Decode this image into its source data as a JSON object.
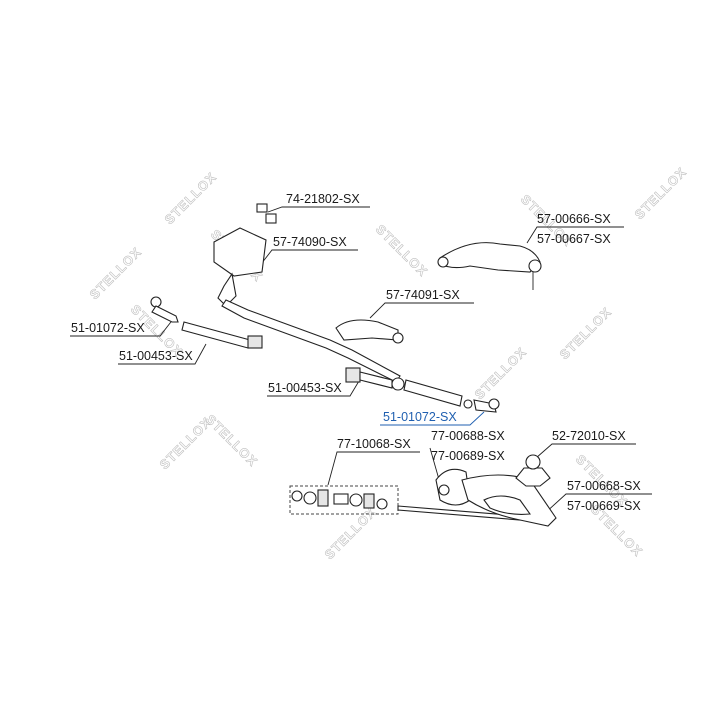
{
  "watermark": "STELLOX",
  "labels": {
    "l_74_21802": "74-21802-SX",
    "l_57_74090": "57-74090-SX",
    "l_57_00666": "57-00666-SX",
    "l_57_00667": "57-00667-SX",
    "l_57_74091": "57-74091-SX",
    "l_51_01072_left": "51-01072-SX",
    "l_51_00453_upper": "51-00453-SX",
    "l_51_00453_lower": "51-00453-SX",
    "l_51_01072_highlight": "51-01072-SX",
    "l_77_10068": "77-10068-SX",
    "l_77_00688": "77-00688-SX",
    "l_77_00689": "77-00689-SX",
    "l_52_72010": "52-72010-SX",
    "l_57_00668": "57-00668-SX",
    "l_57_00669": "57-00669-SX"
  },
  "colors": {
    "highlight": "#1f5fb0",
    "ink": "#1a1a1a",
    "watermark_outline": "#bfbfbf"
  }
}
